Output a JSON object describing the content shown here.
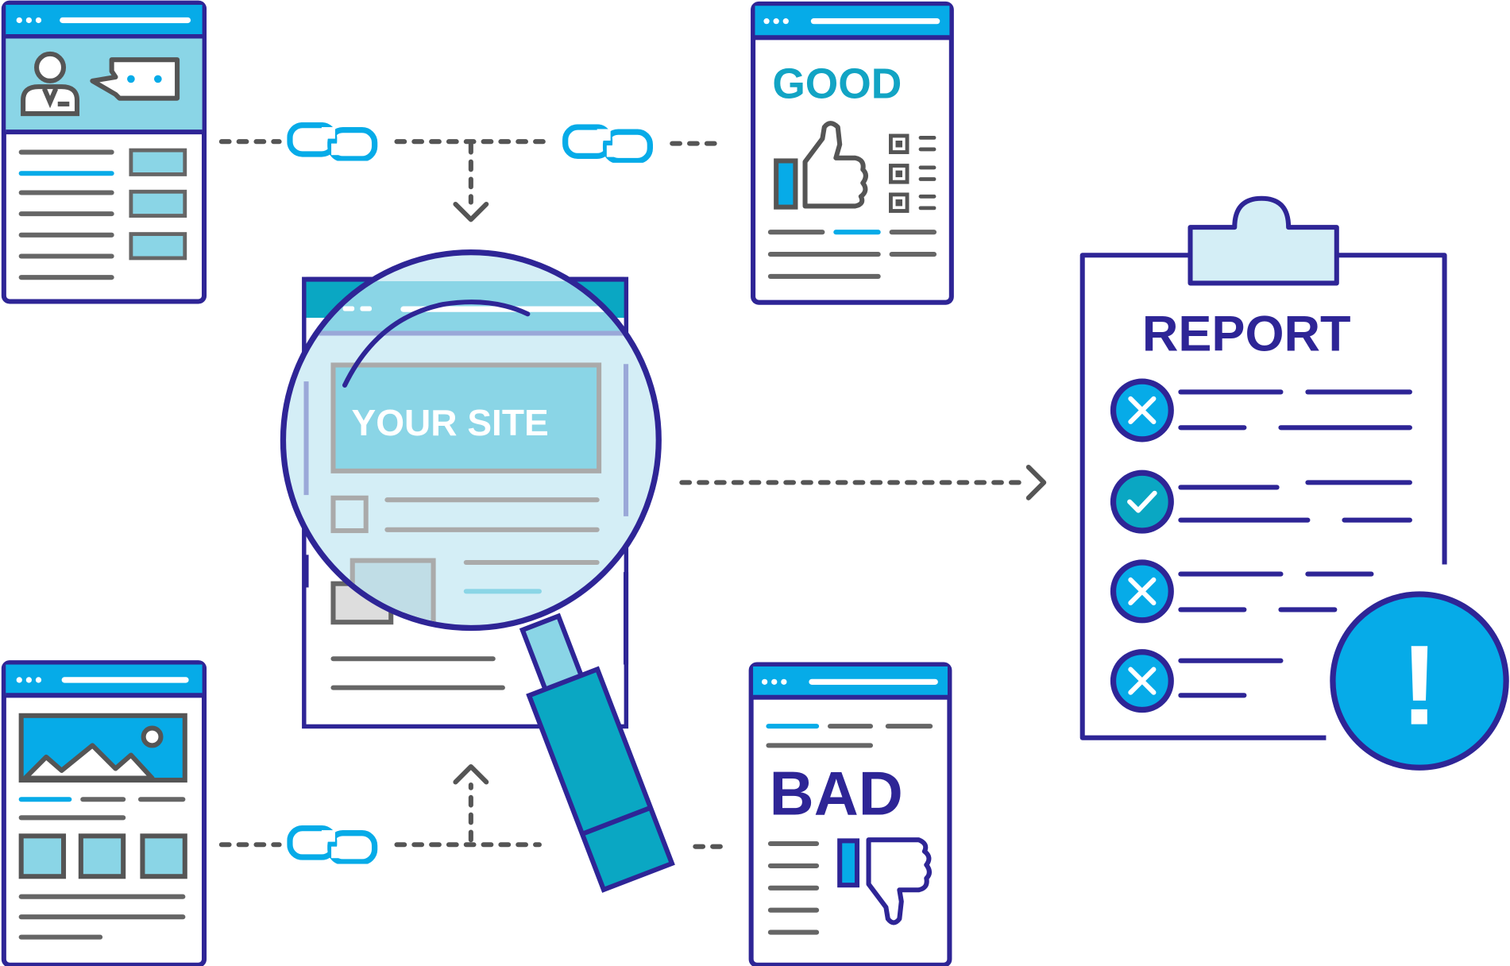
{
  "labels": {
    "good": "GOOD",
    "bad": "BAD",
    "your_site": "YOUR SITE",
    "report": "REPORT",
    "alert": "!"
  },
  "report_items": [
    {
      "status": "fail"
    },
    {
      "status": "pass"
    },
    {
      "status": "fail"
    },
    {
      "status": "fail"
    }
  ],
  "colors": {
    "outline": "#2e2596",
    "accent_blue": "#06abe8",
    "teal": "#0aa7c3",
    "light_blue": "#8ad5e6",
    "pale_blue": "#d4eef6",
    "gray": "#666666",
    "good_text": "#12a4c4",
    "bad_text": "#2e2596"
  },
  "icons": [
    "link-icon",
    "user-icon",
    "chat-bubble-icon",
    "thumbs-up-icon",
    "thumbs-down-icon",
    "image-icon",
    "magnifier-icon",
    "clipboard-icon",
    "x-icon",
    "check-icon",
    "exclamation-icon",
    "arrow-icon"
  ]
}
